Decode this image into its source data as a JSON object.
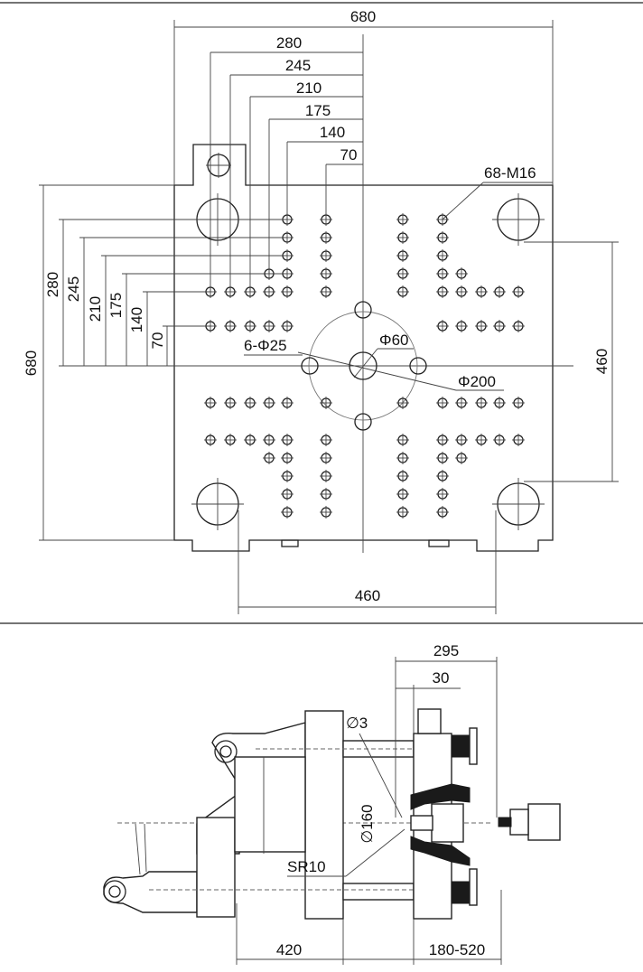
{
  "platen": {
    "overall_width": "680",
    "overall_height": "680",
    "row_dims": [
      "280",
      "245",
      "210",
      "175",
      "140",
      "70"
    ],
    "col_dims": [
      "280",
      "245",
      "210",
      "175",
      "140",
      "70"
    ],
    "bolt_holes": "68-M16",
    "ejector_holes": "6-Φ25",
    "center_hole": "Φ60",
    "locating_ring": "Φ200",
    "tiebar_spacing_h": "460",
    "tiebar_spacing_v": "460"
  },
  "side_view": {
    "stroke_total": "295",
    "nozzle_offset": "30",
    "nozzle_hole": "∅3",
    "ring_diameter": "∅160",
    "nozzle_radius": "SR10",
    "mold_open": "420",
    "mold_thickness": "180-520"
  }
}
